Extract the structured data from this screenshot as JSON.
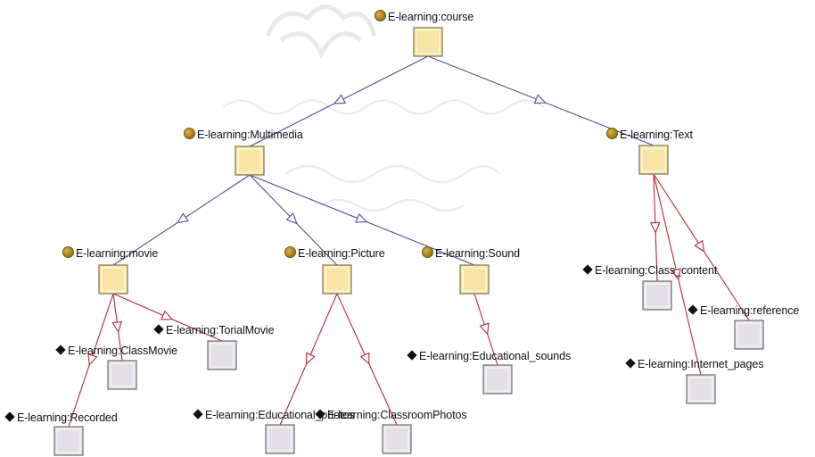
{
  "classes": [
    {
      "id": "course",
      "label": "E-learning:course"
    },
    {
      "id": "multimedia",
      "label": "E-learning:Multimedia"
    },
    {
      "id": "text",
      "label": "E-learning:Text"
    },
    {
      "id": "movie",
      "label": "E-learning:movie"
    },
    {
      "id": "picture",
      "label": "E-learning:Picture"
    },
    {
      "id": "sound",
      "label": "E-learning:Sound"
    }
  ],
  "individuals": [
    {
      "id": "class_content",
      "label": "E-learning:Class_content"
    },
    {
      "id": "reference",
      "label": "E-learning:reference"
    },
    {
      "id": "internet_pages",
      "label": "E-learning:Internet_pages"
    },
    {
      "id": "tutorial_movie",
      "label": "E-learning:TorialMovie"
    },
    {
      "id": "class_movie",
      "label": "E-learning:ClassMovie"
    },
    {
      "id": "recorded",
      "label": "E-learning:Recorded"
    },
    {
      "id": "educational_sounds",
      "label": "E-learning:Educational_sounds"
    },
    {
      "id": "educational_photos",
      "label": "E-learning:Educational_photos"
    },
    {
      "id": "classroom_photos",
      "label": "E-learning:ClassroomPhotos"
    }
  ],
  "subclass_edges": [
    [
      "course",
      "multimedia"
    ],
    [
      "course",
      "text"
    ],
    [
      "multimedia",
      "movie"
    ],
    [
      "multimedia",
      "picture"
    ],
    [
      "multimedia",
      "sound"
    ]
  ],
  "instance_edges": [
    [
      "movie",
      "recorded"
    ],
    [
      "movie",
      "class_movie"
    ],
    [
      "movie",
      "tutorial_movie"
    ],
    [
      "picture",
      "educational_photos"
    ],
    [
      "picture",
      "classroom_photos"
    ],
    [
      "sound",
      "educational_sounds"
    ],
    [
      "text",
      "class_content"
    ],
    [
      "text",
      "internet_pages"
    ],
    [
      "text",
      "reference"
    ]
  ],
  "colors": {
    "subclass_edge": "#4b4f9a",
    "instance_edge": "#b0283a",
    "class_box_fill": "#f8e4a4",
    "class_box_border": "#7a7250",
    "individual_box_fill": "#e4e0e8",
    "individual_box_border": "#6e6a76"
  }
}
